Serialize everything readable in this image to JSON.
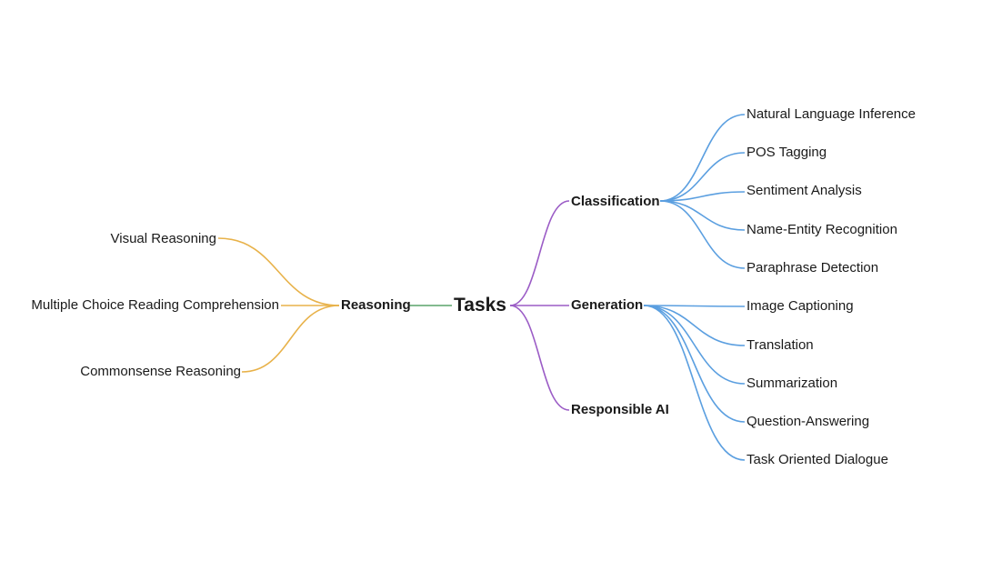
{
  "root": {
    "label": "Tasks"
  },
  "branches": {
    "reasoning": {
      "label": "Reasoning",
      "children": [
        "Visual Reasoning",
        "Multiple Choice Reading Comprehension",
        "Commonsense Reasoning"
      ]
    },
    "classification": {
      "label": "Classification",
      "children": [
        "Natural Language Inference",
        "POS Tagging",
        "Sentiment Analysis",
        "Name-Entity Recognition",
        "Paraphrase Detection"
      ]
    },
    "generation": {
      "label": "Generation",
      "children": [
        "Image Captioning",
        "Translation",
        "Summarization",
        "Question-Answering",
        "Task Oriented Dialogue"
      ]
    },
    "responsible_ai": {
      "label": "Responsible AI"
    }
  },
  "colors": {
    "reasoning_edges": "#e8b24a",
    "root_to_reasoning": "#5aa36a",
    "root_to_branches": "#9b5cc6",
    "leaf_edges": "#5b9fe0"
  }
}
